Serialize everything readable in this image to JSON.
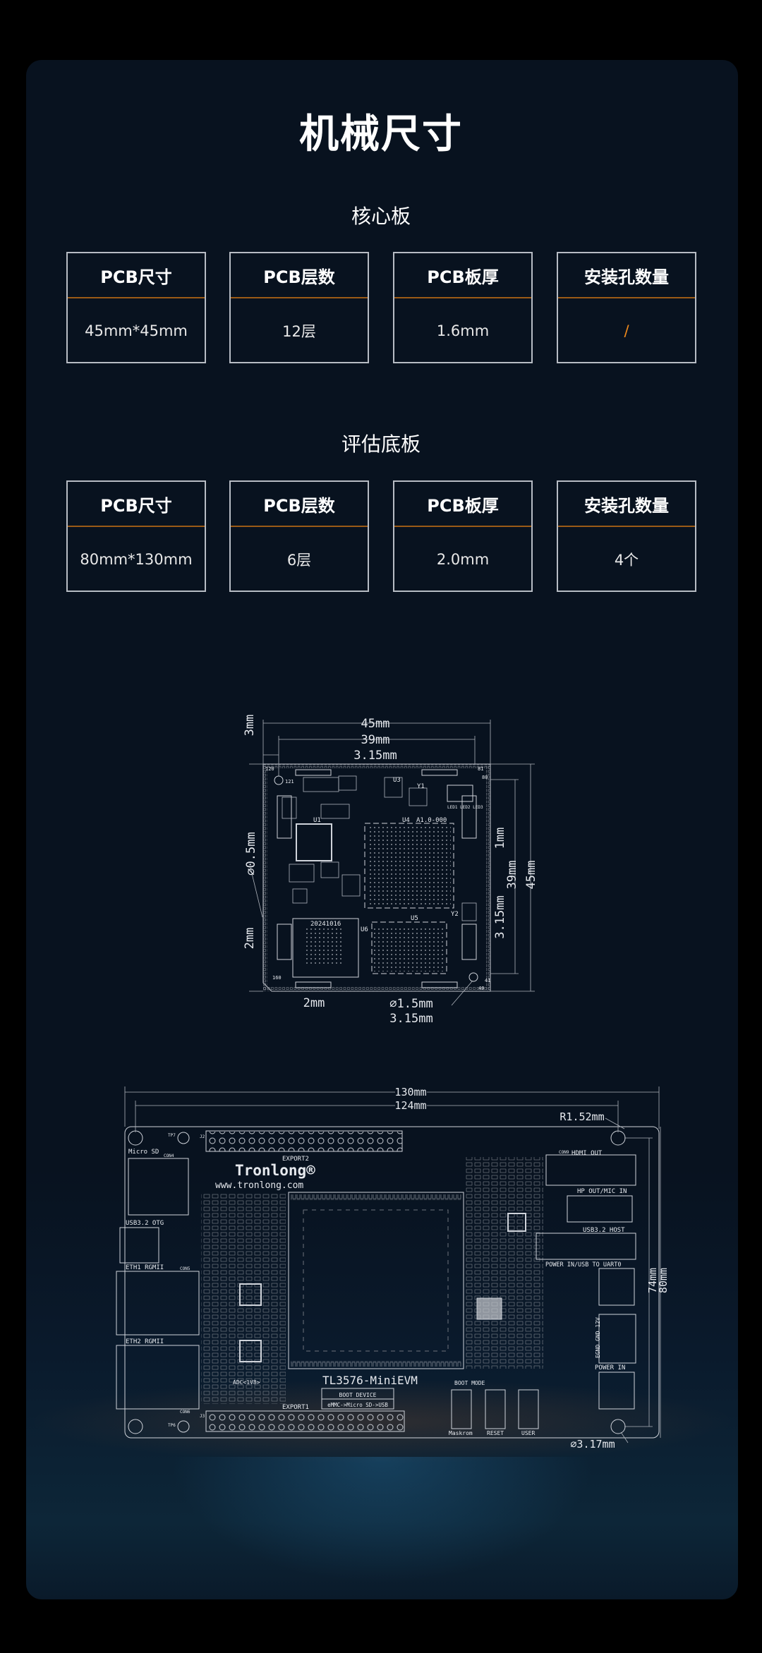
{
  "title": "机械尺寸",
  "core": {
    "heading": "核心板",
    "cells": [
      {
        "label": "PCB尺寸",
        "value": "45mm*45mm"
      },
      {
        "label": "PCB层数",
        "value": "12层"
      },
      {
        "label": "PCB板厚",
        "value": "1.6mm"
      },
      {
        "label": "安装孔数量",
        "value": "/"
      }
    ]
  },
  "eval": {
    "heading": "评估底板",
    "cells": [
      {
        "label": "PCB尺寸",
        "value": "80mm*130mm"
      },
      {
        "label": "PCB层数",
        "value": "6层"
      },
      {
        "label": "PCB板厚",
        "value": "2.0mm"
      },
      {
        "label": "安装孔数量",
        "value": "4个"
      }
    ]
  },
  "colors": {
    "accent": "#f08a1c",
    "divider": "#9a5a16",
    "card": "#08121f"
  },
  "core_drawing": {
    "dims": {
      "w45": "45mm",
      "w39": "39mm",
      "w315": "3.15mm",
      "top3": "3mm",
      "hole05": "∅0.5mm",
      "left2": "2mm",
      "bottom2": "2mm",
      "hole15": "∅1.5mm",
      "bottom315": "3.15mm",
      "r1": "1mm",
      "r315": "3.15mm",
      "h39": "39mm",
      "h45": "45mm"
    },
    "labels": {
      "u1": "U1",
      "u3": "U3",
      "u4": "U4",
      "u5": "U5",
      "u6": "U6",
      "y1": "Y1",
      "y2": "Y2",
      "rev": "A1.0-000",
      "date": "20241016",
      "leds": "LED1 LED2 LED3",
      "p120": "120",
      "p81": "81",
      "p80": "80",
      "p121": "121",
      "p160": "160",
      "p40": "40",
      "p41": "41"
    }
  },
  "eval_drawing": {
    "dims": {
      "w130": "130mm",
      "w124": "124mm",
      "radius": "R1.52mm",
      "h74": "74mm",
      "h80": "80mm",
      "hole": "∅3.17mm"
    },
    "labels": {
      "microsd": "Micro SD",
      "usbotg": "USB3.2 OTG",
      "eth1": "ETH1 RGMII",
      "eth2": "ETH2 RGMII",
      "brand": "Tronlong®",
      "url": "www.tronlong.com",
      "export2": "EXPORT2",
      "export1": "EXPORT1",
      "hdmi": "HDMI OUT",
      "hp": "HP OUT/MIC IN",
      "usbhost": "USB3.2 HOST",
      "uart": "POWER IN/USB TO UART0",
      "powerin": "POWER IN",
      "model": "TL3576-MiniEVM",
      "bootdev": "BOOT DEVICE",
      "bootorder": "eMMC->Micro SD->USB",
      "bootmode": "BOOT MODE",
      "adc": "ADC<1V8>",
      "maskrom": "Maskrom",
      "reset": "RESET",
      "user": "USER",
      "j2": "J2",
      "j3": "J3",
      "con4": "CON4",
      "con5": "CON5",
      "con6": "CON6",
      "con9": "CON9",
      "tp7": "TP7",
      "tp6": "TP6",
      "gnd12v": "EGND GND 12V"
    }
  }
}
